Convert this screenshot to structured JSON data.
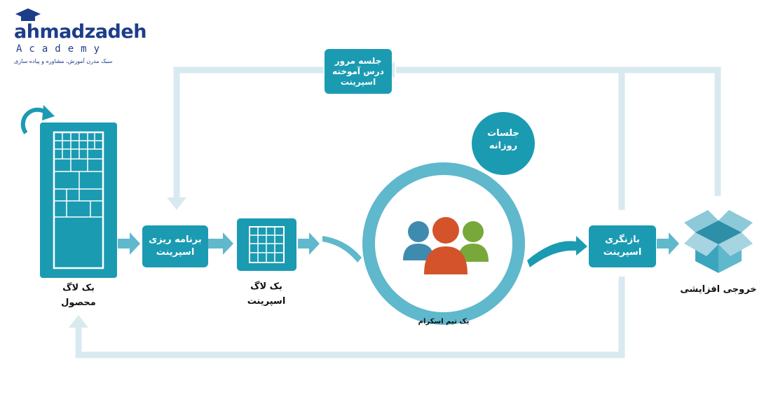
{
  "logo": {
    "brand": "ahmadzadeh",
    "academy": "Academy",
    "tagline": "سبک مدرن آموزش، مشاوره و پیاده سازی"
  },
  "nodes": {
    "product_backlog": "بک لاگ\nمحصول",
    "sprint_planning": "برنامه ریزی\nاسپرینت",
    "sprint_backlog": "بک لاگ\nاسپرینت",
    "scrum_team": "یک تیم اسکرام",
    "daily_meetings": "جلسات\nروزانه",
    "sprint_review": "بازنگری\nاسپرینت",
    "retrospective": "جلسه مرور\nدرس آموخته\nاسپرینت",
    "increment": "خروجی افزایشی"
  },
  "colors": {
    "teal": "#1b9bb2",
    "teal_light": "#5fb8cc",
    "arrow_light": "#d8eaf0",
    "person_blue": "#3f8bb0",
    "person_orange": "#d4532a",
    "person_green": "#78a83a",
    "logo_navy": "#1d3d8a"
  },
  "icons": [
    "refresh-cycle-icon",
    "team-people-icon",
    "open-box-icon",
    "graduation-cap-icon"
  ]
}
